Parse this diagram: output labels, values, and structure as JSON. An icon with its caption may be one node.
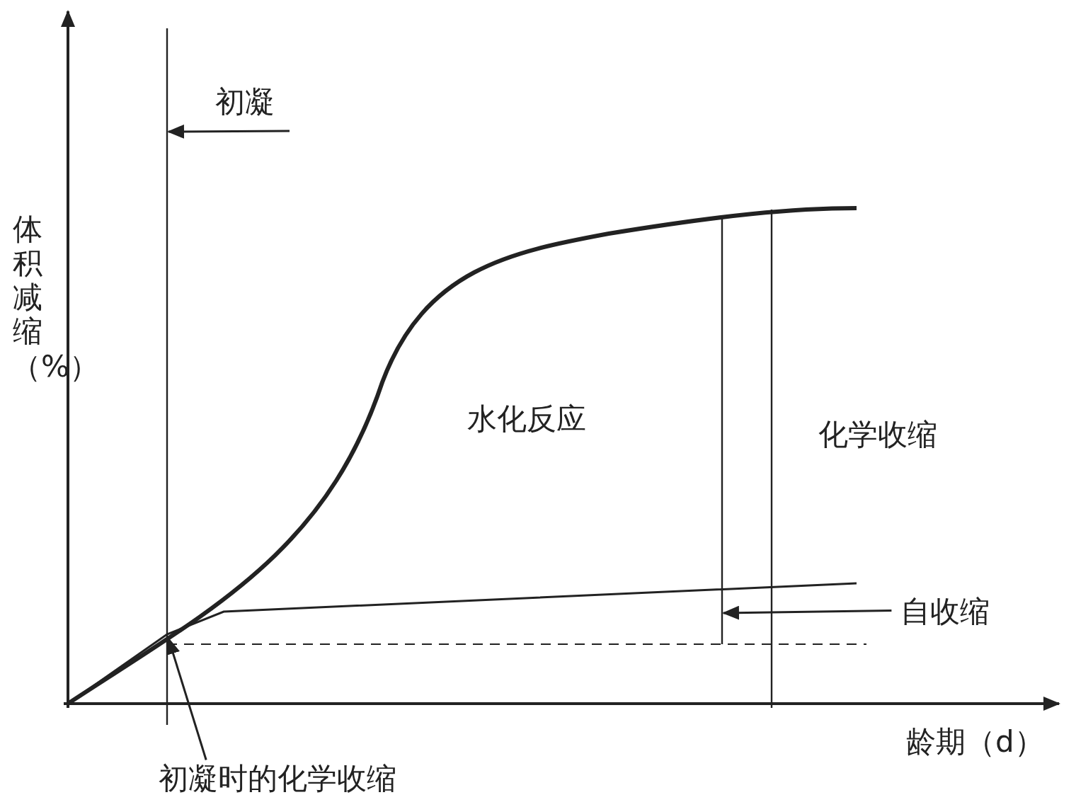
{
  "diagram": {
    "nodes": [
      {
        "text": [
          "初凝"
        ]
      },
      {
        "text": [],
        "shape": "line"
      },
      {
        "text": [
          "自收缩"
        ]
      },
      {
        "text": [],
        "shape": "line"
      },
      {
        "text": [
          "初凝时的化学收缩"
        ]
      }
    ],
    "edges": [
      {
        "from": 0,
        "to": 1,
        "arrow": "to"
      },
      {
        "from": 2,
        "to": 3,
        "arrow": "to"
      },
      {
        "from": 4,
        "to": 1,
        "arrow": "to"
      }
    ],
    "labels": [
      "体积减缩（%）",
      "水化反应",
      "化学收缩",
      "龄期（d）"
    ]
  }
}
